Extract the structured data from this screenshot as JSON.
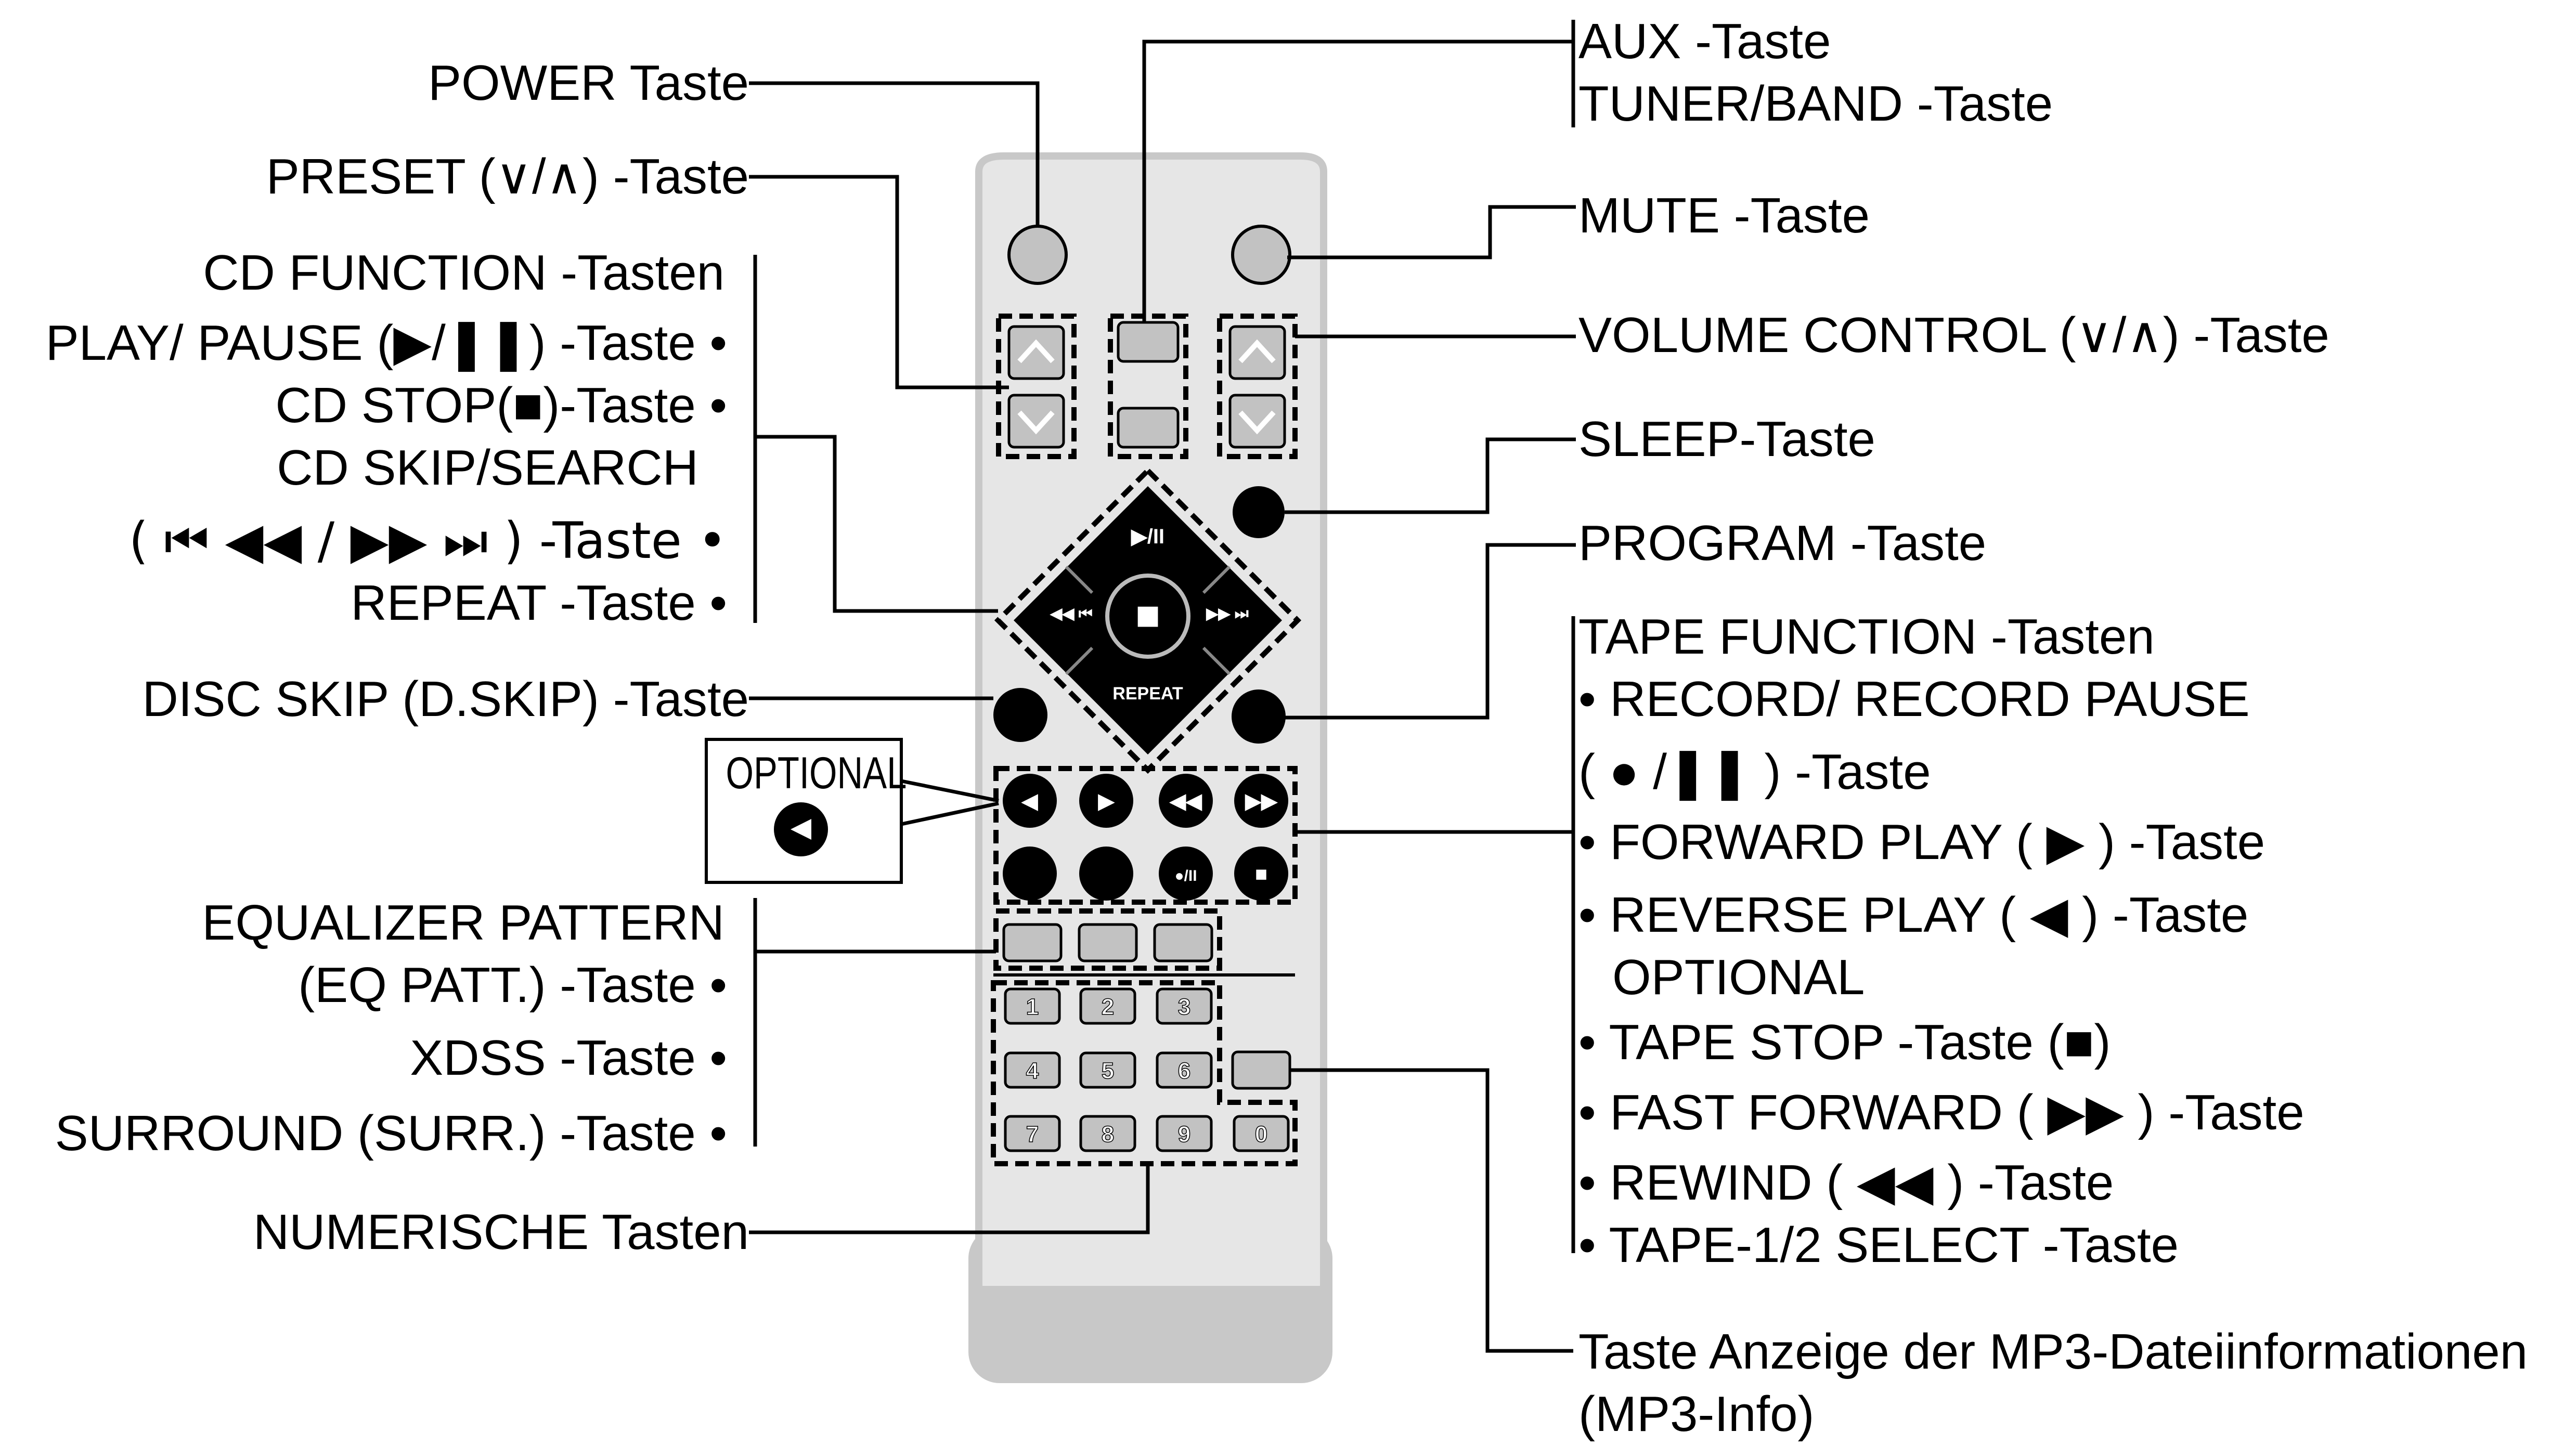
{
  "left_labels": {
    "power": "POWER Taste",
    "preset": "PRESET (∨/∧) -Taste",
    "cd_function": "CD FUNCTION -Tasten",
    "play_pause": "PLAY/ PAUSE (▶/❚❚) -Taste •",
    "cd_stop": "CD STOP(■)-Taste •",
    "cd_skip": "CD SKIP/SEARCH",
    "cd_skip_symbols": "( ⏮ ◀◀ / ▶▶ ⏭ ) -Taste •",
    "repeat": "REPEAT -Taste •",
    "disc_skip": "DISC SKIP (D.SKIP) -Taste",
    "eq_pattern": "EQUALIZER  PATTERN",
    "eq_patt": "(EQ PATT.) -Taste •",
    "xdss": "XDSS -Taste •",
    "surround": "SURROUND (SURR.) -Taste •",
    "numeric": "NUMERISCHE Tasten"
  },
  "right_labels": {
    "aux": "AUX -Taste",
    "tuner_band": "TUNER/BAND -Taste",
    "mute": "MUTE -Taste",
    "volume": "VOLUME CONTROL (∨/∧) -Taste",
    "sleep": "SLEEP-Taste",
    "program": "PROGRAM -Taste",
    "tape_function": "TAPE FUNCTION -Tasten",
    "record": "• RECORD/ RECORD PAUSE",
    "record_symbols": "( ● /❚❚ ) -Taste",
    "forward_play": "• FORWARD PLAY ( ▶ ) -Taste",
    "reverse_play": "• REVERSE PLAY ( ◀ ) -Taste",
    "reverse_optional": "OPTIONAL",
    "tape_stop": "• TAPE STOP -Taste (■)",
    "fast_forward": "• FAST FORWARD ( ▶▶ ) -Taste",
    "rewind": "• REWIND ( ◀◀ ) -Taste",
    "tape_select": "• TAPE-1/2 SELECT -Taste",
    "mp3_info": "Taste Anzeige der MP3-Dateiinformationen",
    "mp3_info_short": "(MP3-Info)"
  },
  "optional_box": {
    "label": "OPTIONAL"
  },
  "remote": {
    "diamond": {
      "top": "▶/II",
      "center": "■",
      "bottom": "REPEAT",
      "left": "◀◀ ⏮",
      "right": "▶▶ ⏭"
    },
    "tape_row1": [
      "◀",
      "▶",
      "◀◀",
      "▶▶"
    ],
    "tape_row2": [
      "",
      "",
      "●/II",
      "■"
    ],
    "numbers": [
      "1",
      "2",
      "3",
      "4",
      "5",
      "6",
      "7",
      "8",
      "9",
      "0"
    ]
  },
  "colors": {
    "remote_body": "#e8e8e8",
    "remote_edge": "#c8c8c8",
    "button_gray": "#c2c2c2",
    "button_black": "#000000",
    "line": "#000000"
  }
}
